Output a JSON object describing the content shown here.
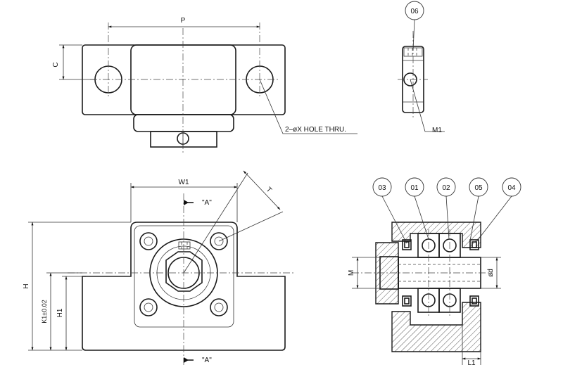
{
  "dimensions": {
    "P": "P",
    "C": "C",
    "W1": "W1",
    "H": "H",
    "H1": "H1",
    "K1": "K1±0.02",
    "T": "T",
    "M": "M",
    "d": "ød",
    "L1": "L1",
    "M1": "M1"
  },
  "notes": {
    "hole": "2–øX HOLE THRU.",
    "section_top": "\"A\"",
    "section_bottom": "\"A\""
  },
  "balloons": [
    "06",
    "03",
    "01",
    "02",
    "05",
    "04"
  ]
}
